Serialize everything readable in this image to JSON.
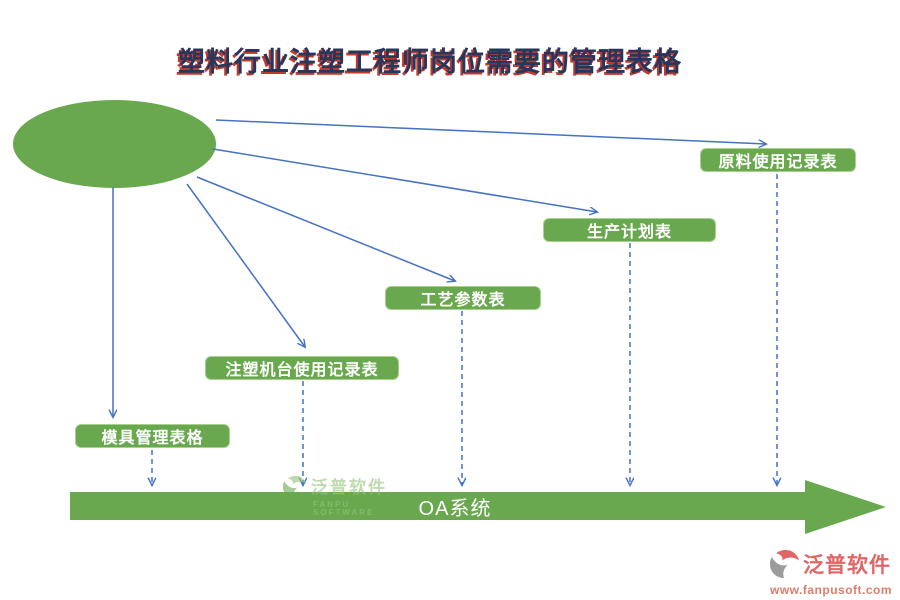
{
  "title": "塑料行业注塑工程师岗位需要的管理表格",
  "diagram": {
    "source": {
      "shape": "ellipse",
      "label": ""
    },
    "nodes": [
      {
        "id": "mold",
        "label": "模具管理表格"
      },
      {
        "id": "machine",
        "label": "注塑机台使用记录表"
      },
      {
        "id": "process",
        "label": "工艺参数表"
      },
      {
        "id": "plan",
        "label": "生产计划表"
      },
      {
        "id": "material",
        "label": "原料使用记录表"
      }
    ],
    "target": {
      "shape": "arrow",
      "label": "OA系统"
    }
  },
  "watermark": {
    "brand": "泛普软件",
    "brand_en": "FANPU SOFTWARE"
  },
  "footer_logo": {
    "brand": "泛普软件",
    "url": "www.fanpusoft.com"
  },
  "colors": {
    "green": "#6aa84f",
    "line_blue": "#4472c4",
    "title_navy": "#26365c",
    "title_red": "#c0392b",
    "watermark_green": "#93c47d",
    "logo_coral": "#e06666"
  }
}
